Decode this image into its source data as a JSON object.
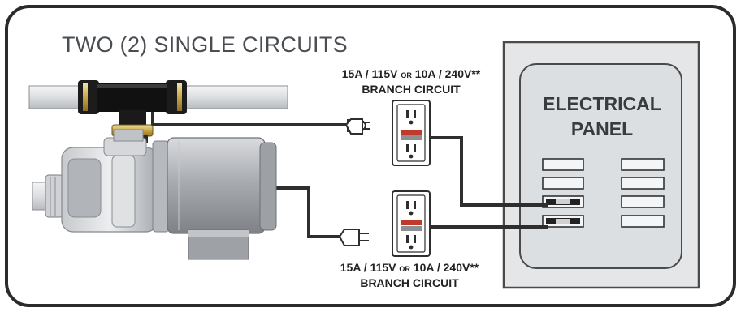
{
  "title": "TWO (2) SINGLE CIRCUITS",
  "panel_label": {
    "line1": "ELECTRICAL",
    "line2": "PANEL"
  },
  "circuits": [
    {
      "amps_115": "15A / 115V",
      "or": "OR",
      "amps_240": "10A / 240V**",
      "branch": "BRANCH CIRCUIT"
    },
    {
      "amps_115": "15A / 115V",
      "or": "OR",
      "amps_240": "10A / 240V**",
      "branch": "BRANCH CIRCUIT"
    }
  ],
  "colors": {
    "frame_border": "#2b2b2b",
    "panel_fill": "#e4e6e7",
    "panel_border": "#4a4a4a",
    "wire": "#2e2e2e",
    "pipe": "#e6e7e9",
    "pump_body": "#b9bcc0",
    "receptacle_indicator": "#c0392b"
  }
}
